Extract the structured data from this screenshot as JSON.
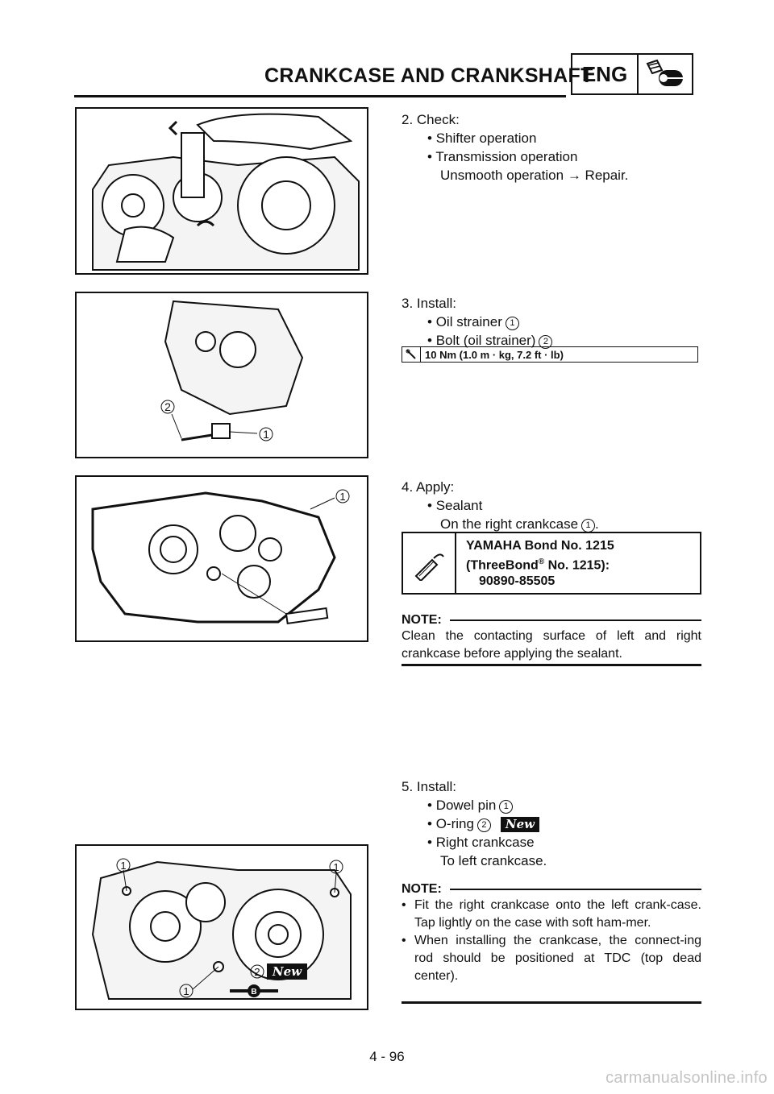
{
  "header": {
    "title": "CRANKCASE AND CRANKSHAFT",
    "tag": "ENG",
    "tag_icon": "engine-icon"
  },
  "step2": {
    "heading": "2. Check:",
    "items": [
      "Shifter operation",
      "Transmission operation"
    ],
    "result": "Unsmooth operation → Repair."
  },
  "step3": {
    "heading": "3. Install:",
    "item1": "Oil strainer",
    "item2": "Bolt (oil strainer)",
    "torque": "10 Nm (1.0 m · kg, 7.2 ft · lb)",
    "figure_labels": [
      "1",
      "2"
    ]
  },
  "step4": {
    "heading": "4. Apply:",
    "item": "Sealant",
    "detail": "On the right crankcase",
    "sealant_line1": "YAMAHA Bond No. 1215",
    "sealant_line2_a": "(ThreeBond",
    "sealant_line2_reg": "®",
    "sealant_line2_b": " No. 1215):",
    "sealant_part": "90890-85505",
    "note_label": "NOTE:",
    "note_text": "Clean the contacting surface of left and right crankcase before applying the sealant.",
    "figure_labels": [
      "1"
    ]
  },
  "step5": {
    "heading": "5. Install:",
    "item1": "Dowel pin",
    "item2": "O-ring",
    "new_tag": "New",
    "item3": "Right crankcase",
    "detail": "To left crankcase.",
    "note_label": "NOTE:",
    "note_items": [
      "Fit the right crankcase onto the left crank-case. Tap lightly on the case with soft ham-mer.",
      "When installing the crankcase, the connect-ing rod should be positioned at TDC (top dead center)."
    ],
    "figure_labels": [
      "1",
      "1",
      "1",
      "2",
      "New",
      "B"
    ]
  },
  "page_number": "4 - 96",
  "watermark": "carmanualsonline.info"
}
